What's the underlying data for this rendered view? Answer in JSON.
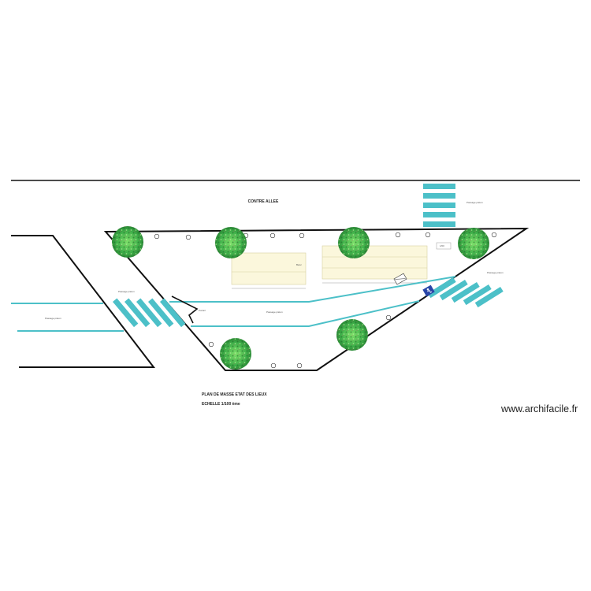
{
  "labels": {
    "street": "CONTRE ALLEE",
    "plan_title": "PLAN DE MASSE ETAT DES LIEUX",
    "scale": "ECHELLE 1/100 ème",
    "crossing_top_right": "Passage piéton",
    "crossing_left_1": "Passage piéton",
    "crossing_left_2": "Passage piéton",
    "crossing_right": "Passage piéton",
    "path_center": "Passage piéton",
    "bench_label": "Banc",
    "portal_label": "Portail",
    "small_box_label": "1/00"
  },
  "watermark": "www.archifacile.fr",
  "colors": {
    "line": "#111111",
    "path": "#4cc0c8",
    "crossing": "#4cc0c8",
    "bench": "#fbf7dc",
    "tree_dark": "#2e8b3a",
    "tree_light": "#6ed35f",
    "accessible": "#2a46a8"
  },
  "icons": [
    "tree-icon",
    "bollard-icon",
    "accessible-parking-icon",
    "bin-icon"
  ]
}
